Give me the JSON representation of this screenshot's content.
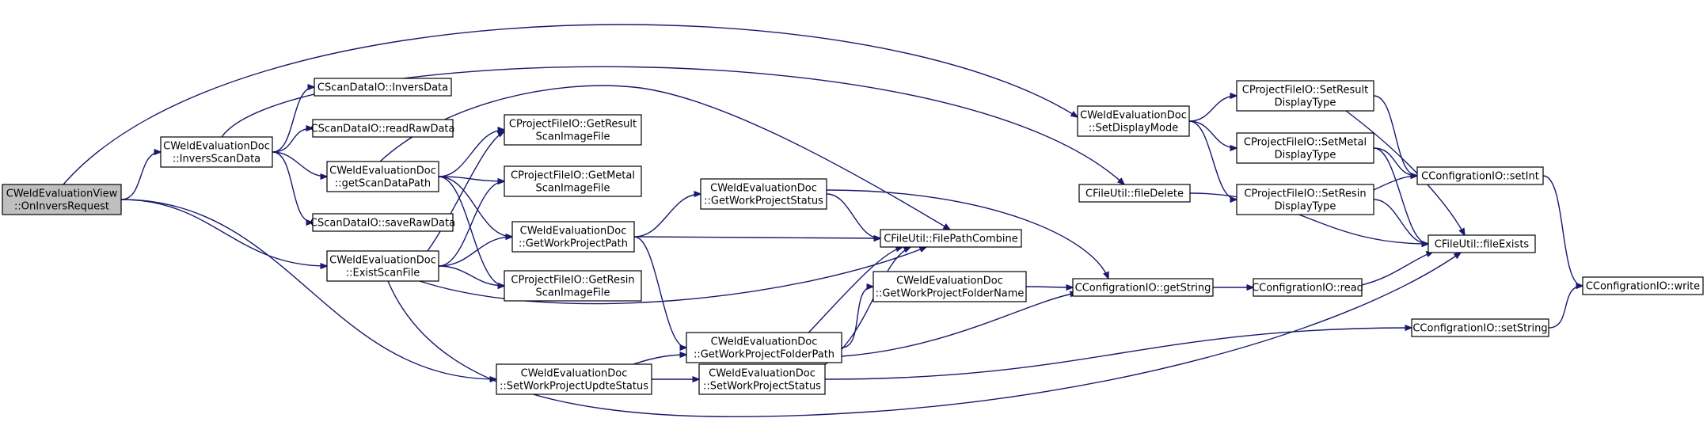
{
  "diagram": {
    "type": "call-graph",
    "colors": {
      "edge": "#191970",
      "root_fill": "#bfbfbf",
      "node_fill": "#ffffff",
      "node_border": "#000000"
    },
    "nodes": [
      {
        "id": "n0",
        "label": [
          "CWeldEvaluationView",
          "::OnInversRequest"
        ],
        "root": true
      },
      {
        "id": "n1",
        "label": [
          "CWeldEvaluationDoc",
          "::InversScanData"
        ]
      },
      {
        "id": "n2",
        "label": [
          "CWeldEvaluationDoc",
          "::ExistScanFile"
        ]
      },
      {
        "id": "n3",
        "label": [
          "CWeldEvaluationDoc",
          "::SetWorkProjectUpdteStatus"
        ]
      },
      {
        "id": "n4",
        "label": [
          "CWeldEvaluationDoc",
          "::SetDisplayMode"
        ]
      },
      {
        "id": "n5",
        "label": [
          "CFileUtil::fileDelete"
        ]
      },
      {
        "id": "n6",
        "label": [
          "CScanDataIO::InversData"
        ]
      },
      {
        "id": "n7",
        "label": [
          "CScanDataIO::readRawData"
        ]
      },
      {
        "id": "n8",
        "label": [
          "CWeldEvaluationDoc",
          "::getScanDataPath"
        ]
      },
      {
        "id": "n9",
        "label": [
          "CScanDataIO::saveRawData"
        ]
      },
      {
        "id": "n10",
        "label": [
          "CProjectFileIO::GetResult",
          "ScanImageFile"
        ]
      },
      {
        "id": "n11",
        "label": [
          "CProjectFileIO::GetMetal",
          "ScanImageFile"
        ]
      },
      {
        "id": "n12",
        "label": [
          "CWeldEvaluationDoc",
          "::GetWorkProjectPath"
        ]
      },
      {
        "id": "n13",
        "label": [
          "CProjectFileIO::GetResin",
          "ScanImageFile"
        ]
      },
      {
        "id": "n14",
        "label": [
          "CWeldEvaluationDoc",
          "::GetWorkProjectStatus"
        ]
      },
      {
        "id": "n15",
        "label": [
          "CFileUtil::FilePathCombine"
        ]
      },
      {
        "id": "n16",
        "label": [
          "CWeldEvaluationDoc",
          "::GetWorkProjectFolderPath"
        ]
      },
      {
        "id": "n17",
        "label": [
          "CWeldEvaluationDoc",
          "::SetWorkProjectStatus"
        ]
      },
      {
        "id": "n18",
        "label": [
          "CWeldEvaluationDoc",
          "::GetWorkProjectFolderName"
        ]
      },
      {
        "id": "n19",
        "label": [
          "CConfigrationIO::getString"
        ]
      },
      {
        "id": "n20",
        "label": [
          "CConfigrationIO::read"
        ]
      },
      {
        "id": "n21",
        "label": [
          "CProjectFileIO::SetResult",
          "DisplayType"
        ]
      },
      {
        "id": "n22",
        "label": [
          "CProjectFileIO::SetMetal",
          "DisplayType"
        ]
      },
      {
        "id": "n23",
        "label": [
          "CProjectFileIO::SetResin",
          "DisplayType"
        ]
      },
      {
        "id": "n24",
        "label": [
          "CConfigrationIO::setInt"
        ]
      },
      {
        "id": "n25",
        "label": [
          "CFileUtil::fileExists"
        ]
      },
      {
        "id": "n26",
        "label": [
          "CConfigrationIO::setString"
        ]
      },
      {
        "id": "n27",
        "label": [
          "CConfigrationIO::write"
        ]
      }
    ],
    "edges": [
      [
        "n0",
        "n1"
      ],
      [
        "n0",
        "n2"
      ],
      [
        "n0",
        "n3"
      ],
      [
        "n0",
        "n4"
      ],
      [
        "n1",
        "n6"
      ],
      [
        "n1",
        "n7"
      ],
      [
        "n1",
        "n8"
      ],
      [
        "n1",
        "n9"
      ],
      [
        "n1",
        "n5"
      ],
      [
        "n8",
        "n10"
      ],
      [
        "n8",
        "n11"
      ],
      [
        "n8",
        "n12"
      ],
      [
        "n8",
        "n13"
      ],
      [
        "n8",
        "n15"
      ],
      [
        "n2",
        "n10"
      ],
      [
        "n2",
        "n11"
      ],
      [
        "n2",
        "n12"
      ],
      [
        "n2",
        "n13"
      ],
      [
        "n2",
        "n15"
      ],
      [
        "n2",
        "n25"
      ],
      [
        "n12",
        "n14"
      ],
      [
        "n12",
        "n15"
      ],
      [
        "n12",
        "n16"
      ],
      [
        "n14",
        "n15"
      ],
      [
        "n14",
        "n19"
      ],
      [
        "n16",
        "n15"
      ],
      [
        "n16",
        "n18"
      ],
      [
        "n16",
        "n19"
      ],
      [
        "n3",
        "n16"
      ],
      [
        "n3",
        "n17"
      ],
      [
        "n17",
        "n15"
      ],
      [
        "n17",
        "n26"
      ],
      [
        "n18",
        "n19"
      ],
      [
        "n19",
        "n20"
      ],
      [
        "n20",
        "n25"
      ],
      [
        "n4",
        "n21"
      ],
      [
        "n4",
        "n22"
      ],
      [
        "n4",
        "n23"
      ],
      [
        "n21",
        "n24"
      ],
      [
        "n21",
        "n25"
      ],
      [
        "n22",
        "n24"
      ],
      [
        "n22",
        "n25"
      ],
      [
        "n23",
        "n24"
      ],
      [
        "n23",
        "n25"
      ],
      [
        "n5",
        "n25"
      ],
      [
        "n24",
        "n27"
      ],
      [
        "n26",
        "n27"
      ]
    ]
  }
}
